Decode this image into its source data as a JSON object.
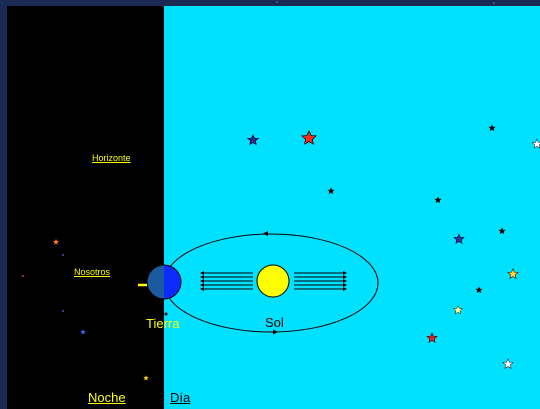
{
  "labels": {
    "horizonte": "Horizonte",
    "nosotros": "Nosotros",
    "tierra": "Tierra",
    "sol": "Sol",
    "noche": "Noche",
    "dia": "Día"
  },
  "colors": {
    "frame": "#1b2a55",
    "night": "#000000",
    "day": "#00e0ff",
    "sun": "#ffff00",
    "earth_night": "#1c5aa0",
    "earth_day": "#0a2cff",
    "label_yellow": "#ffff00",
    "label_dark": "#000000",
    "label_white": "#ffffff"
  },
  "icons": {
    "star": "star-icon",
    "sun": "sun-icon",
    "earth": "earth-icon",
    "orbit": "orbit-ellipse",
    "rays": "sun-ray-arrows"
  }
}
